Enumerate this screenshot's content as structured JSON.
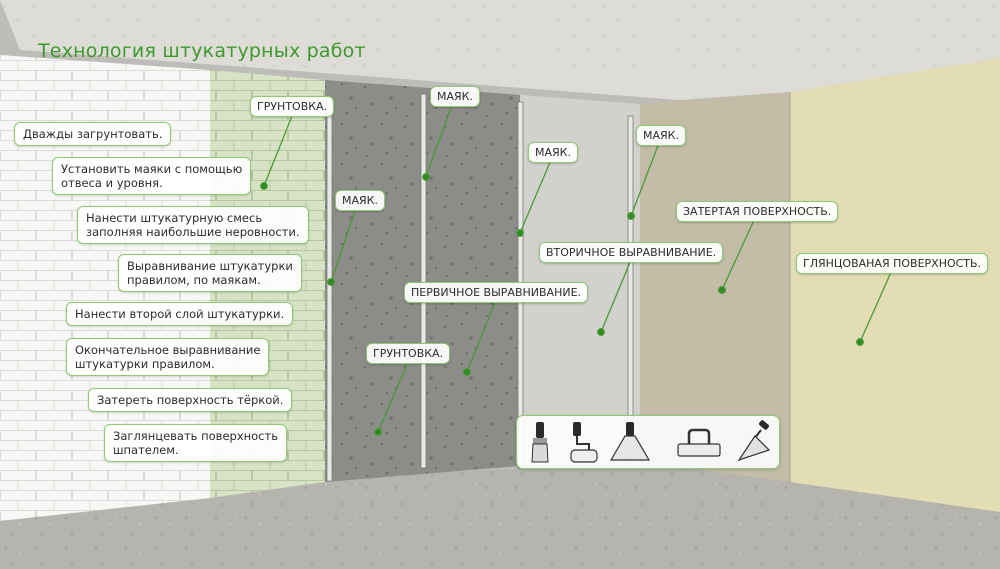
{
  "title": "Технология штукатурных работ",
  "steps": [
    "Дважды загрунтовать.",
    "Установить маяки с помощью\nотвеса и уровня.",
    "Нанести штукатурную смесь\nзаполняя наибольшие неровности.",
    "Выравнивание штукатурки\nправилом, по маякам.",
    "Нанести второй слой штукатурки.",
    "Окончательное выравнивание\nштукатурки правилом.",
    "Затереть поверхность тёркой.",
    "Заглянцевать поверхность\nшпателем."
  ],
  "labels": {
    "primer_top": "ГРУНТОВКА.",
    "primer_bottom": "ГРУНТОВКА.",
    "beacon_1": "МАЯК.",
    "beacon_2": "МАЯК.",
    "beacon_3": "МАЯК.",
    "beacon_4": "МАЯК.",
    "primary_leveling": "ПЕРВИЧНОЕ ВЫРАВНИВАНИЕ.",
    "secondary_leveling": "ВТОРИЧНОЕ ВЫРАВНИВАНИЕ.",
    "rubbed_surface": "ЗАТЕРТАЯ ПОВЕРХНОСТЬ.",
    "glossy_surface": "ГЛЯНЦОВАНАЯ ПОВЕРХНОСТЬ."
  },
  "tools": [
    "brush-icon",
    "roller-icon",
    "spatula-icon",
    "float-icon",
    "trowel-icon"
  ],
  "colors": {
    "accent": "#3f9a2e",
    "leader": "#4a9a35",
    "border": "#8ccb73"
  }
}
